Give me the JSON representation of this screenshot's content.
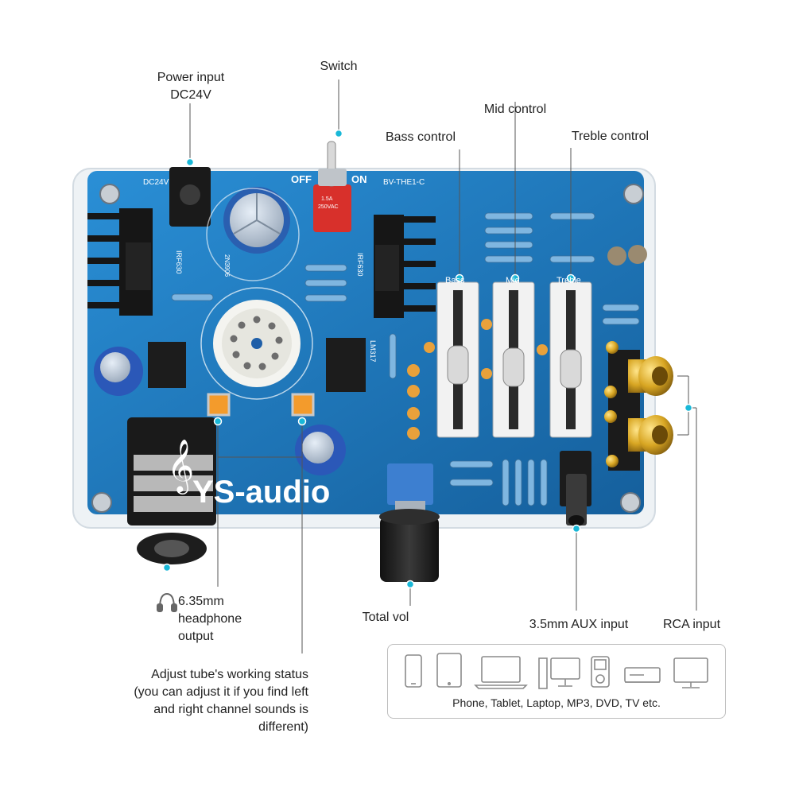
{
  "labels": {
    "power_input": "Power input",
    "power_voltage": "DC24V",
    "switch": "Switch",
    "mid_control": "Mid control",
    "bass_control": "Bass control",
    "treble_control": "Treble control",
    "headphone_line1": "6.35mm",
    "headphone_line2": "headphone",
    "headphone_line3": "output",
    "total_vol": "Total vol",
    "aux_input": "3.5mm AUX input",
    "rca_input": "RCA input",
    "adjust_line1": "Adjust tube's working status",
    "adjust_line2": "(you can adjust it if you find left",
    "adjust_line3": "and right channel sounds is",
    "adjust_line4": "different)"
  },
  "board": {
    "brand": "YS-audio",
    "model": "BV-THE1-C",
    "silk_dc": "DC24V",
    "switch_off": "OFF",
    "switch_on": "ON",
    "switch_rating_1": "1.5A",
    "switch_rating_2": "250VAC",
    "mosfet_left": "IRF630",
    "mosfet_right": "IRF630",
    "regulator": "LM317",
    "transistor": "2N3906",
    "slider_bass": "Bass",
    "slider_mid": "Mid",
    "slider_treble": "Treble"
  },
  "devices": {
    "caption": "Phone, Tablet, Laptop, MP3, DVD, TV etc.",
    "icons": [
      "phone-icon",
      "tablet-icon",
      "laptop-icon",
      "desktop-icon",
      "mp3-player-icon",
      "dvd-player-icon",
      "tv-icon"
    ]
  },
  "colors": {
    "pcb": "#1c7fc4",
    "pcb_dark": "#0f5c95",
    "callout": "#19b8d8",
    "gold": "#d8a623",
    "knob": "#1e1e1e"
  }
}
